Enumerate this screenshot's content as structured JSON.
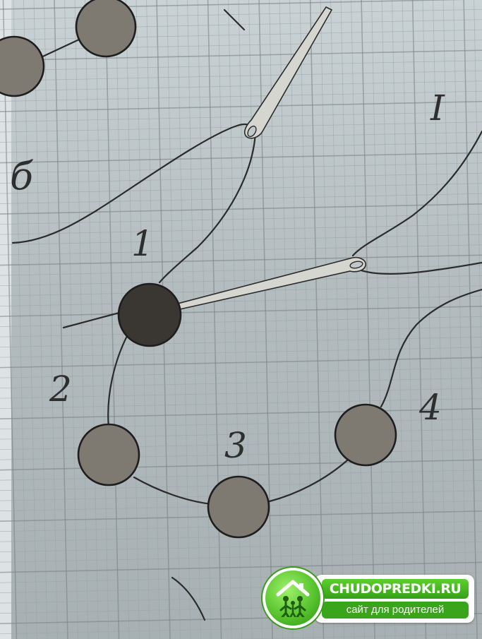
{
  "labels": {
    "b": "б",
    "one_left": "1",
    "one_right": "I",
    "two": "2",
    "three": "3",
    "four": "4"
  },
  "watermark": {
    "title": "CHUDOPREDKI.RU",
    "subtitle": "сайт для родителей",
    "icon": "family-house-icon"
  },
  "colors": {
    "bead_dark": "#3a3632",
    "bead_light": "#7e7a72",
    "paper": "#c0c8ca",
    "ink": "#2b2b2b",
    "brand_green": "#3aa81b"
  },
  "icons": [
    "needle-icon",
    "bead-icon",
    "family-house-icon"
  ]
}
